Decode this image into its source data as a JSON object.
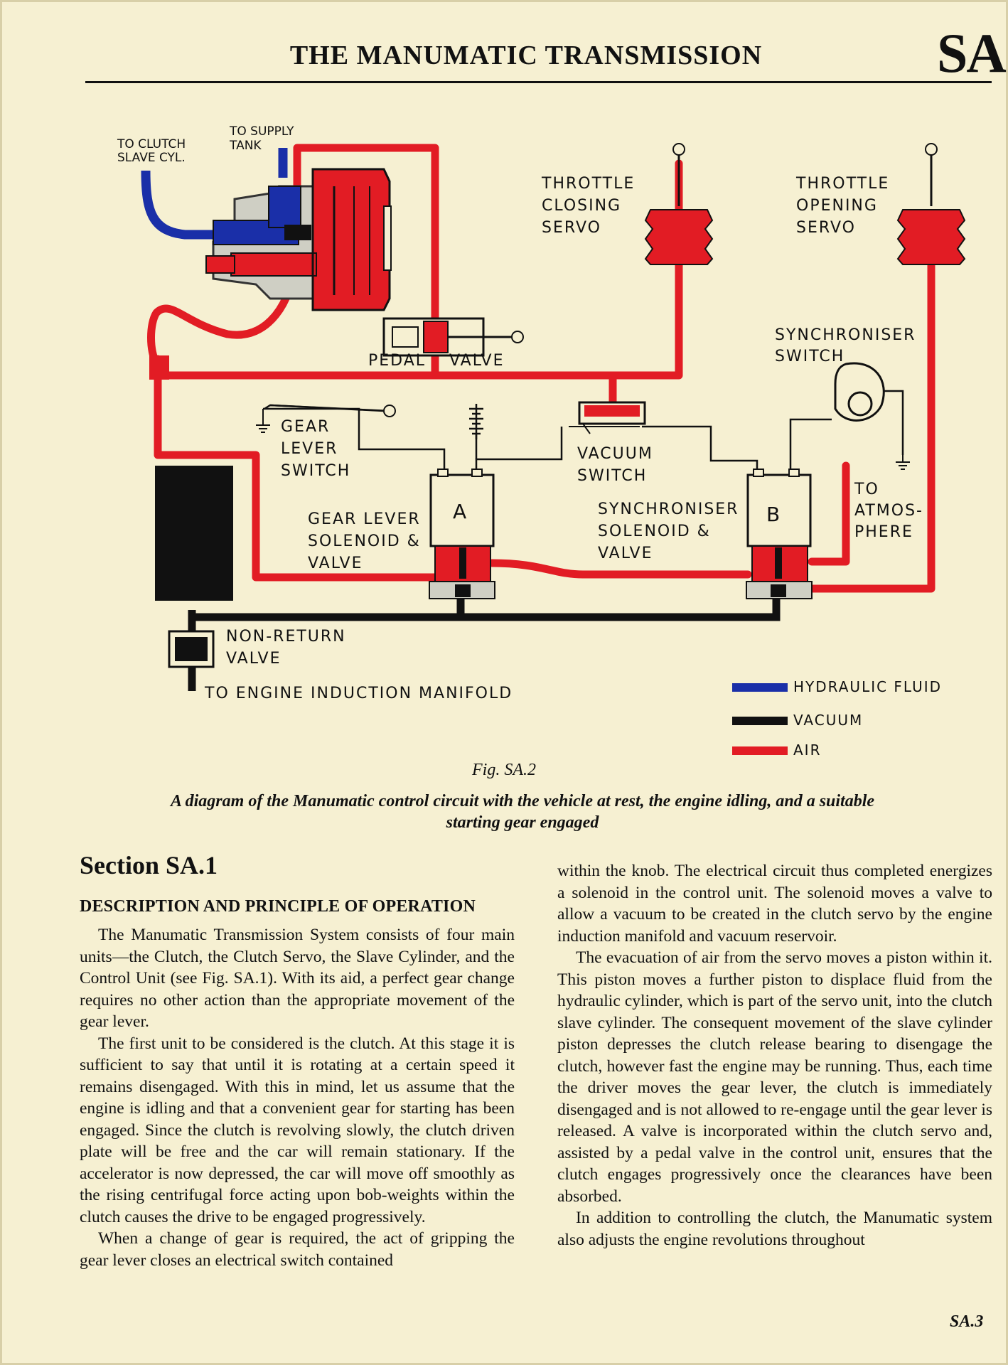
{
  "header": {
    "title": "THE MANUMATIC TRANSMISSION",
    "code": "SA"
  },
  "diagram": {
    "labels": {
      "to_clutch_1": "TO CLUTCH",
      "to_clutch_2": "SLAVE CYL.",
      "to_supply_1": "TO SUPPLY",
      "to_supply_2": "TANK",
      "pedal": "PEDAL",
      "valve": "VALVE",
      "tcs_1": "THROTTLE",
      "tcs_2": "CLOSING",
      "tcs_3": "SERVO",
      "tos_1": "THROTTLE",
      "tos_2": "OPENING",
      "tos_3": "SERVO",
      "sync_sw_1": "SYNCHRONISER",
      "sync_sw_2": "SWITCH",
      "gls_1": "GEAR",
      "gls_2": "LEVER",
      "gls_3": "SWITCH",
      "vac_1": "VACUUM",
      "vac_2": "SWITCH",
      "glsv_1": "GEAR LEVER",
      "glsv_2": "SOLENOID &",
      "glsv_3": "VALVE",
      "unit_a": "A",
      "ssv_1": "SYNCHRONISER",
      "ssv_2": "SOLENOID &",
      "ssv_3": "VALVE",
      "unit_b": "B",
      "atm_1": "TO",
      "atm_2": "ATMOS-",
      "atm_3": "PHERE",
      "nrv_1": "NON-RETURN",
      "nrv_2": "VALVE",
      "engine": "TO ENGINE INDUCTION MANIFOLD"
    },
    "legend": [
      {
        "label": "HYDRAULIC FLUID",
        "color": "#1a2fa8"
      },
      {
        "label": "VACUUM",
        "color": "#111111"
      },
      {
        "label": "AIR",
        "color": "#e21c24"
      }
    ],
    "colors": {
      "air": "#e21c24",
      "hydraulic": "#1a2fa8",
      "vacuum": "#111111"
    }
  },
  "figure": {
    "number": "Fig. SA.2",
    "caption_line1": "A diagram of the Manumatic control circuit with the vehicle at rest, the engine idling, and a suitable",
    "caption_line2": "starting gear engaged"
  },
  "section": {
    "heading": "Section SA.1",
    "subheading": "DESCRIPTION AND PRINCIPLE OF OPERATION"
  },
  "left_column": [
    "The Manumatic Transmission System consists of four main units—the Clutch, the Clutch Servo, the Slave Cylinder, and the Control Unit (see Fig. SA.1). With its aid, a perfect gear change requires no other action than the appropriate movement of the gear lever.",
    "The first unit to be considered is the clutch. At this stage it is sufficient to say that until it is rotating at a certain speed it remains disengaged. With this in mind, let us assume that the engine is idling and that a convenient gear for starting has been engaged. Since the clutch is revolving slowly, the clutch driven plate will be free and the car will remain stationary. If the accelerator is now depressed, the car will move off smoothly as the rising centrifugal force acting upon bob-weights within the clutch causes the drive to be engaged progressively.",
    "When a change of gear is required, the act of gripping the gear lever closes an electrical switch contained"
  ],
  "right_column": [
    "within the knob. The electrical circuit thus completed energizes a solenoid in the control unit. The solenoid moves a valve to allow a vacuum to be created in the clutch servo by the engine induction manifold and vacuum reservoir.",
    "The evacuation of air from the servo moves a piston within it. This piston moves a further piston to displace fluid from the hydraulic cylinder, which is part of the servo unit, into the clutch slave cylinder. The consequent movement of the slave cylinder piston depresses the clutch release bearing to disengage the clutch, however fast the engine may be running. Thus, each time the driver moves the gear lever, the clutch is immediately disengaged and is not allowed to re-engage until the gear lever is released. A valve is incorporated within the clutch servo and, assisted by a pedal valve in the control unit, ensures that the clutch engages progressively once the clearances have been absorbed.",
    "In addition to controlling the clutch, the Manumatic system also adjusts the engine revolutions throughout"
  ],
  "page_number": "SA.3"
}
